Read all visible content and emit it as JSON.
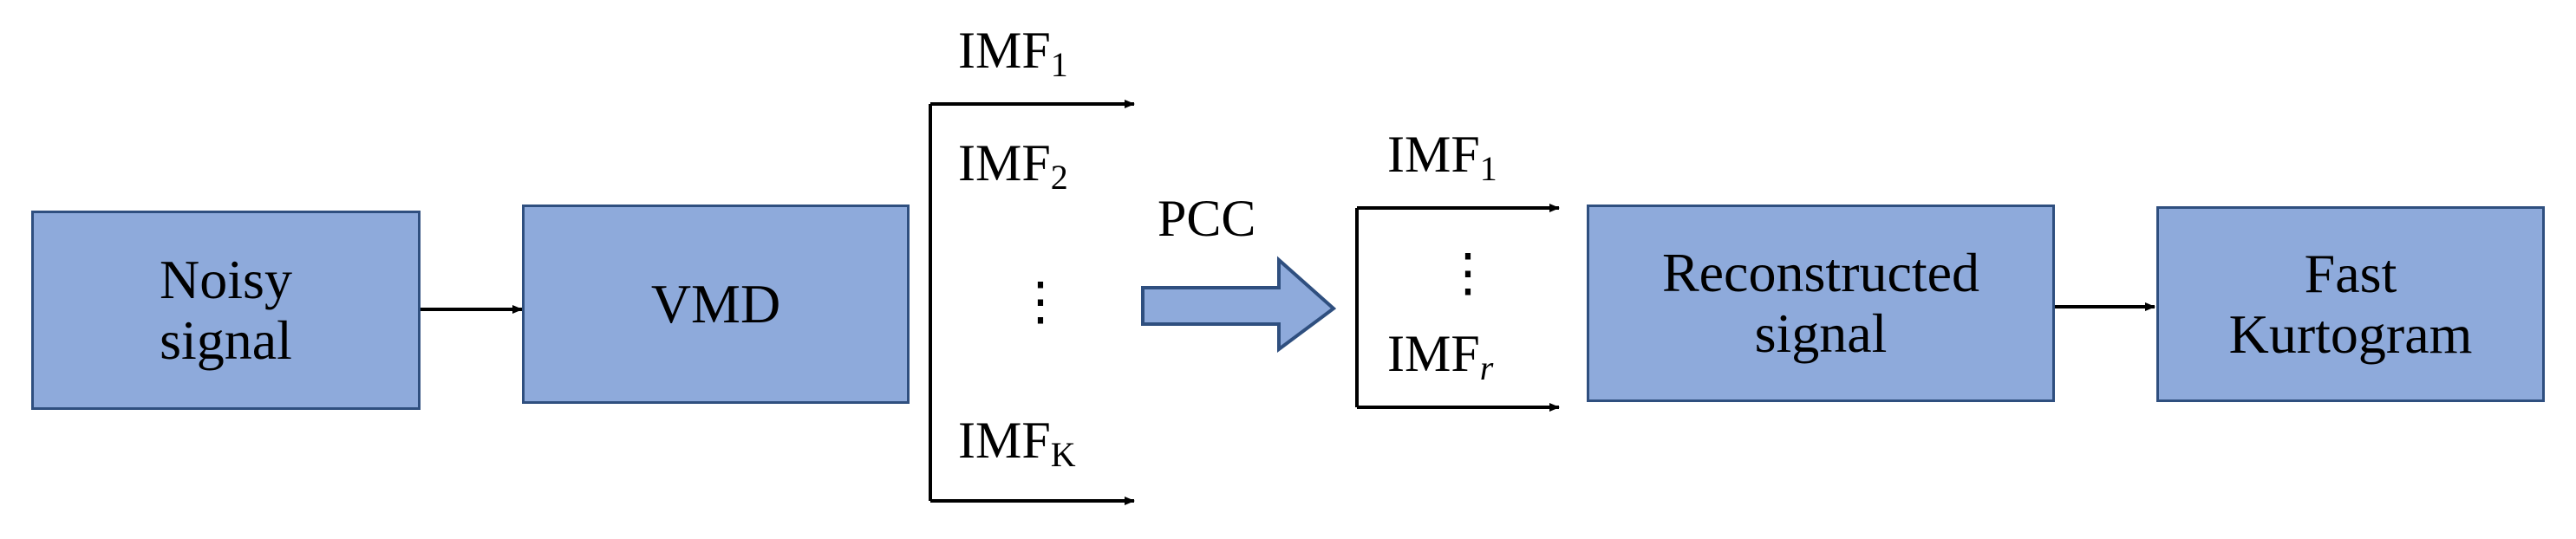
{
  "nodes": {
    "noisy": [
      "Noisy",
      "signal"
    ],
    "vmd": [
      "VMD"
    ],
    "reconstructed": [
      "Reconstructed",
      "signal"
    ],
    "kurtogram": [
      "Fast",
      "Kurtogram"
    ]
  },
  "branch1": {
    "imf_base": "IMF",
    "subs": [
      "1",
      "2",
      "K"
    ],
    "ellipsis": "⋮"
  },
  "arrow_label": "PCC",
  "branch2": {
    "imf_base": "IMF",
    "subs": [
      "1",
      "r"
    ],
    "ellipsis": "⋮"
  },
  "colors": {
    "box_fill": "#8eaadb",
    "box_border": "#2f4f7f",
    "line": "#000000"
  }
}
